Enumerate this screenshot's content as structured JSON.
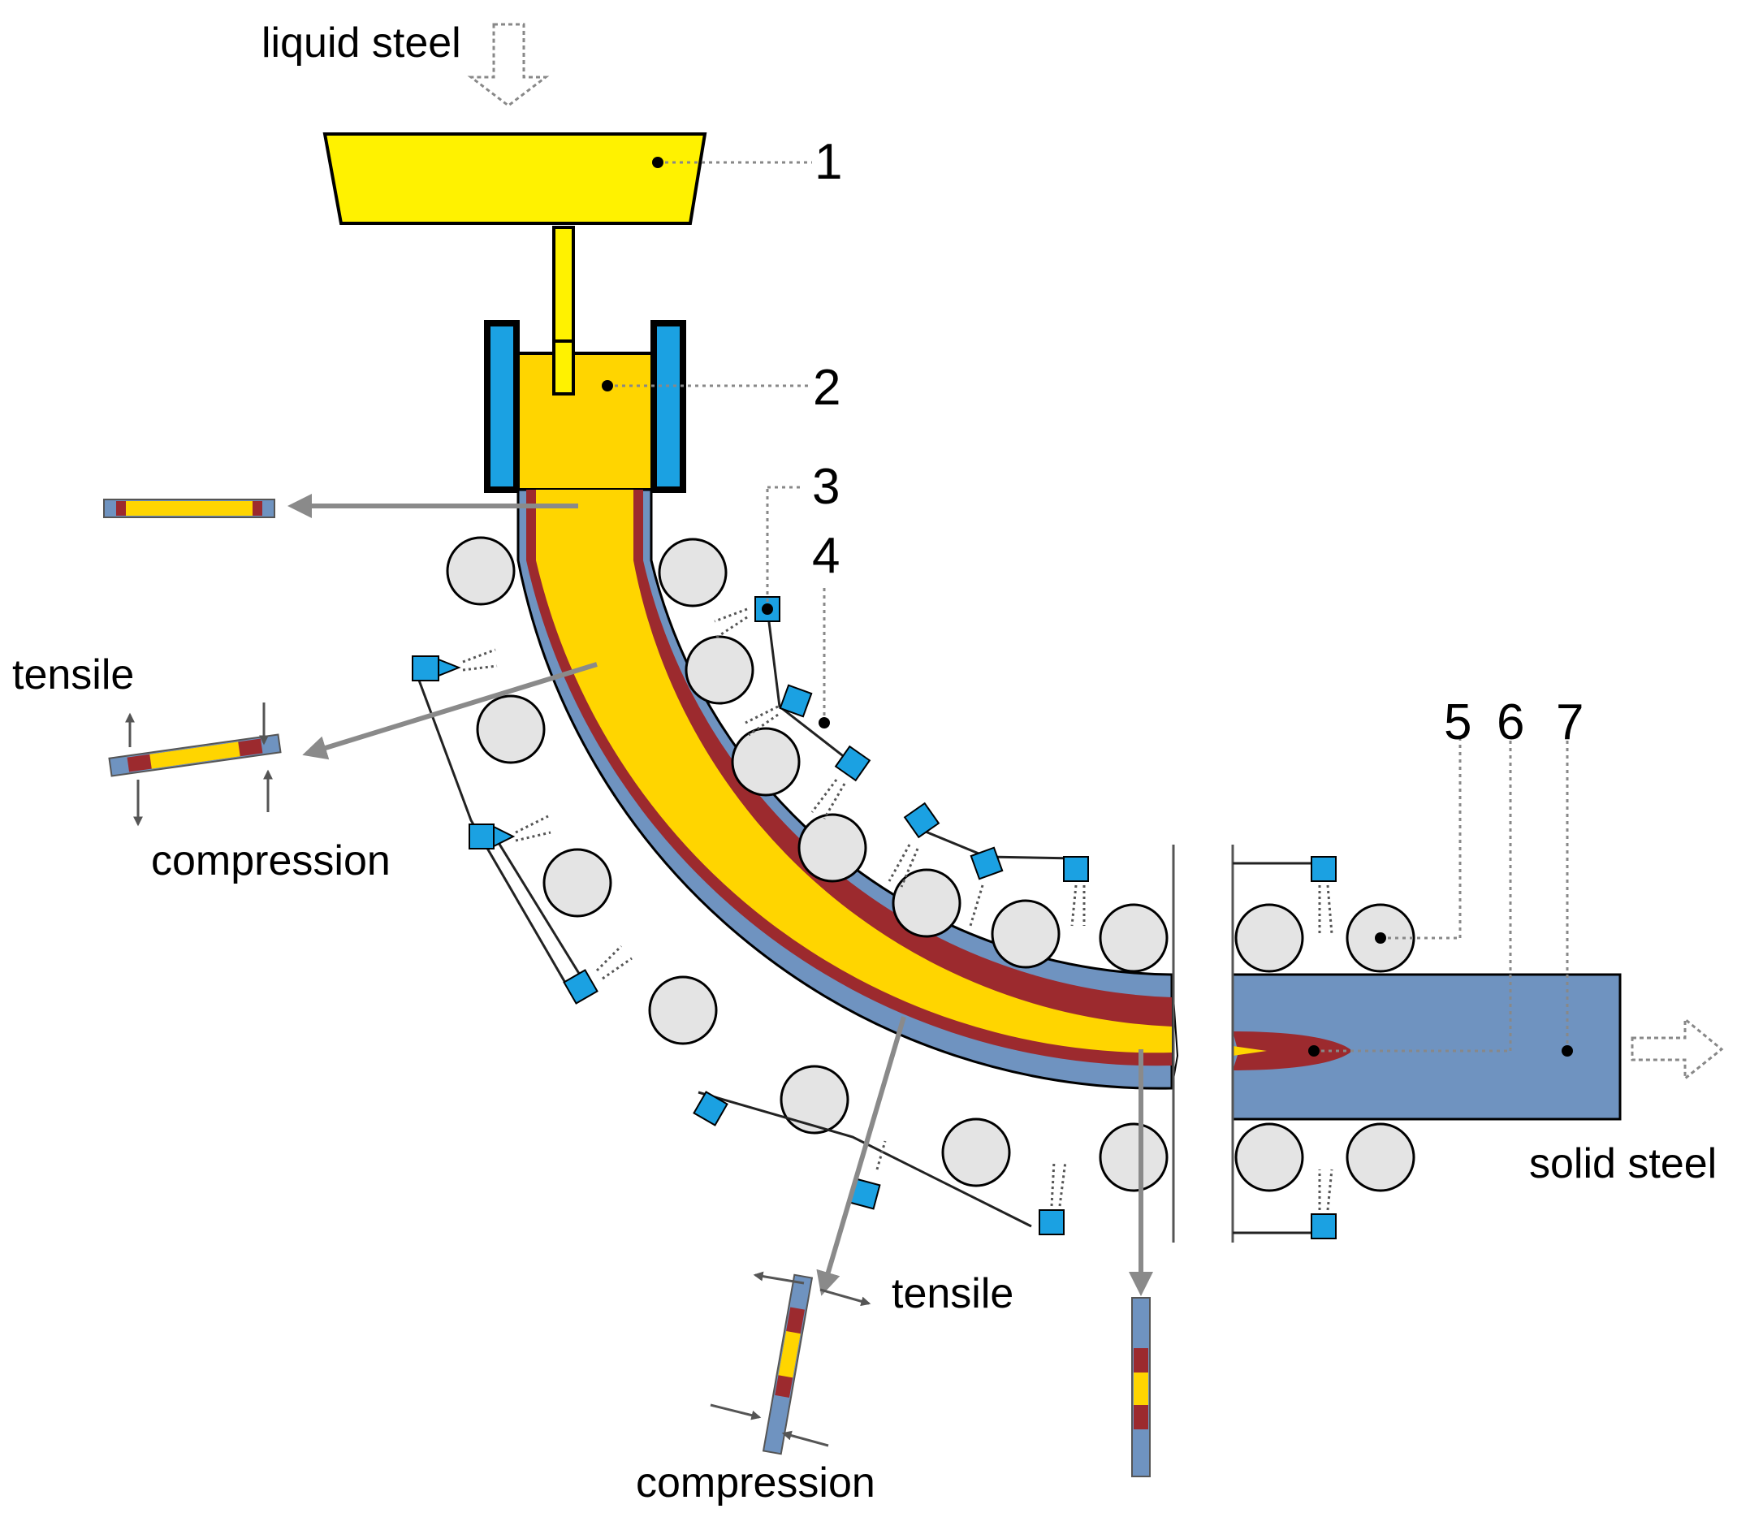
{
  "labels": {
    "liquid_steel": "liquid steel",
    "solid_steel": "solid steel",
    "tensile_left": "tensile",
    "compression_left": "compression",
    "tensile_bottom": "tensile",
    "compression_bottom": "compression"
  },
  "callouts": [
    "1",
    "2",
    "3",
    "4",
    "5",
    "6",
    "7"
  ],
  "colors": {
    "liquid": "#ffd500",
    "liquid_tundish": "#fff200",
    "mushy": "#9c2a2e",
    "solid": "#6f93c0",
    "mold_water": "#1ba1e2",
    "roller": "#e4e4e4",
    "arrow": "#8a8a8a"
  }
}
